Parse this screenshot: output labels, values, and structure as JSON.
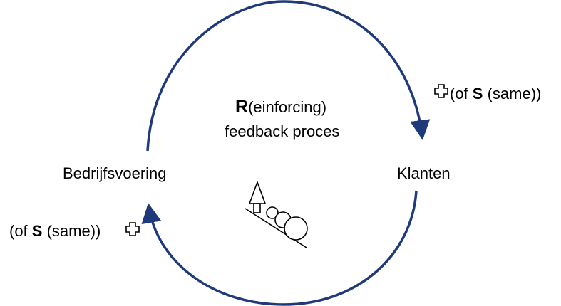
{
  "center_label": {
    "letter": "R",
    "rest": "(einforcing)",
    "line2": "feedback proces"
  },
  "nodes": {
    "left": "Bedrijfsvoering",
    "right": "Klanten"
  },
  "polarity_right": {
    "prefix": "(of ",
    "bold": "S",
    "suffix": " (same))"
  },
  "polarity_left": {
    "prefix": "(of ",
    "bold": "S",
    "suffix": " (same))"
  },
  "icons": [
    "plus-outline-icon",
    "snowball-slope-icon"
  ],
  "colors": {
    "loop_arrow": "#1f3a7a",
    "text": "#000000"
  }
}
